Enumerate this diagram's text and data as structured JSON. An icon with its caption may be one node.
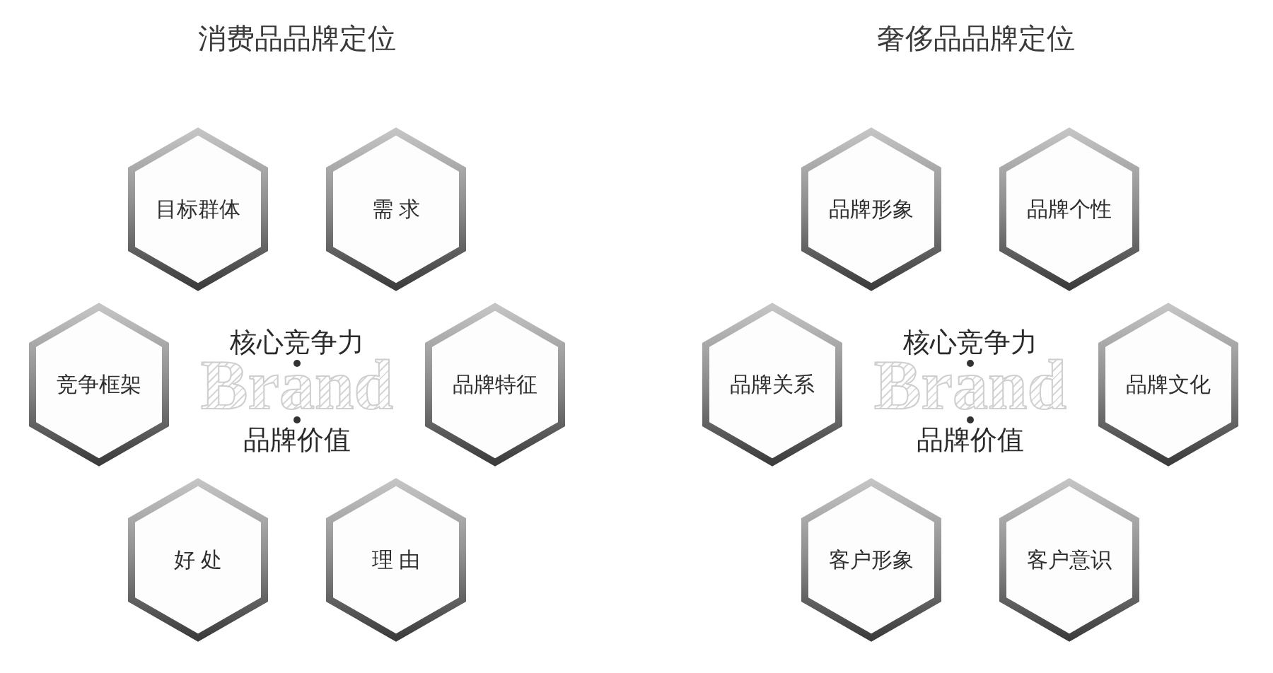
{
  "diagram": {
    "nodes": [
      {
        "text": [
          "目标群体"
        ]
      },
      {
        "text": [
          "需 求"
        ]
      },
      {
        "text": [
          "竞争框架"
        ]
      },
      {
        "text": [
          "品牌特征"
        ]
      },
      {
        "text": [
          "好 处"
        ]
      },
      {
        "text": [
          "理 由"
        ]
      },
      {
        "text": [
          "品牌形象"
        ]
      },
      {
        "text": [
          "品牌个性"
        ]
      },
      {
        "text": [
          "品牌关系"
        ]
      },
      {
        "text": [
          "品牌文化"
        ]
      },
      {
        "text": [
          "客户形象"
        ]
      },
      {
        "text": [
          "客户意识"
        ]
      }
    ],
    "labels": [
      "消费品品牌定位",
      "奢侈品品牌定位",
      "核心竞争力",
      "Brand",
      "品牌价值",
      "核心竞争力",
      "Brand",
      "品牌价值"
    ]
  }
}
